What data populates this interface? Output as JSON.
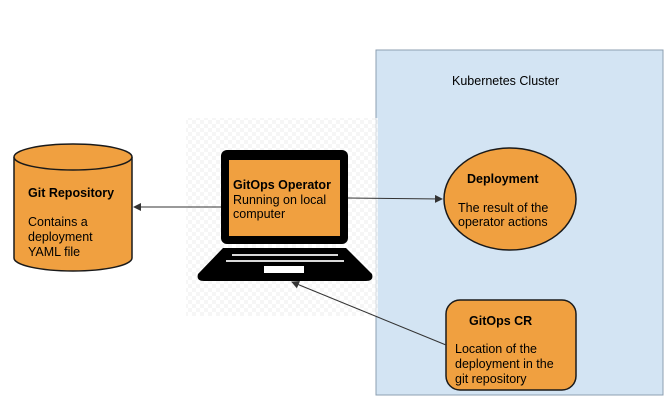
{
  "cluster": {
    "title": "Kubernetes Cluster"
  },
  "git_repository": {
    "title": "Git Repository",
    "description_lines": [
      "Contains a",
      "deployment",
      "YAML file"
    ]
  },
  "operator": {
    "title": "GitOps Operator",
    "description_lines": [
      "Running on local",
      "computer"
    ]
  },
  "deployment": {
    "title": "Deployment",
    "description_lines": [
      "The result of the",
      "operator actions"
    ]
  },
  "gitops_cr": {
    "title": "GitOps CR",
    "description_lines": [
      "Location of the",
      "deployment in the",
      "git repository"
    ]
  },
  "colors": {
    "cluster_fill": "#d3e4f3",
    "cluster_border": "#8d9fb0",
    "node_fill": "#f0a040",
    "node_border": "#1a1a1a",
    "laptop": "#000000",
    "arrow": "#333333"
  },
  "icons": [
    "laptop-icon",
    "database-cylinder-icon"
  ]
}
